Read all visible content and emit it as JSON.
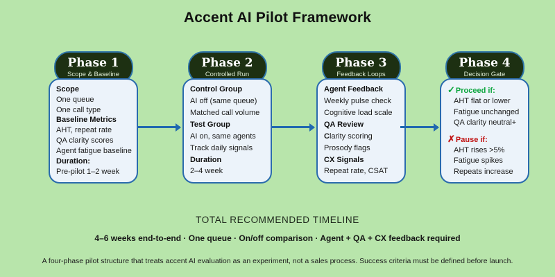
{
  "title": "Accent AI Pilot Framework",
  "colors": {
    "background": "#b8e5ab",
    "pill_fill": "#1d3012",
    "pill_border": "#2e74a8",
    "card_fill": "#ecf3fa",
    "card_border": "#2a6bad",
    "arrow": "#2068b0",
    "proceed_green": "#0aa53c",
    "pause_red": "#c11414"
  },
  "icons": {
    "check": "✓",
    "cross": "✗"
  },
  "phases": [
    {
      "title": "Phase 1",
      "subtitle": "Scope & Baseline",
      "rows": [
        {
          "text": "Scope",
          "bold": true
        },
        {
          "text": "One queue"
        },
        {
          "text": "One call type"
        },
        {
          "text": "Baseline Metrics",
          "bold": true
        },
        {
          "text": "AHT, repeat rate"
        },
        {
          "text": "QA clarity scores"
        },
        {
          "text": "Agent fatigue baseline"
        },
        {
          "text": "Duration:",
          "bold": true
        },
        {
          "text": "Pre-pilot 1–2 week"
        }
      ]
    },
    {
      "title": "Phase 2",
      "subtitle": "Controlled Run",
      "rows": [
        {
          "text": "Control Group",
          "bold": true
        },
        {
          "text": "AI off (same queue)"
        },
        {
          "text": "Matched call volume"
        },
        {
          "text": "Test Group",
          "bold": true
        },
        {
          "text": "AI on, same agents"
        },
        {
          "text": "Track daily signals"
        },
        {
          "text": "Duration",
          "bold": true
        },
        {
          "text": "2–4 week"
        }
      ]
    },
    {
      "title": "Phase 3",
      "subtitle": "Feedback Loops",
      "rows": [
        {
          "text": "Agent Feedback",
          "bold": true
        },
        {
          "text": "Weekly pulse check"
        },
        {
          "text": "Cognitive load scale"
        },
        {
          "text": "QA Review",
          "bold": true
        },
        {
          "text": "Clarity scoring",
          "bold_first": true
        },
        {
          "text": "Prosody flags"
        },
        {
          "text": "CX Signals",
          "bold": true
        },
        {
          "text": "Repeat rate, CSAT"
        }
      ]
    },
    {
      "title": "Phase 4",
      "subtitle": "Decision Gate",
      "rows": [
        {
          "text": "Proceed if:",
          "bold": true,
          "color": "green",
          "icon": "check"
        },
        {
          "text": "AHT flat or lower",
          "indent": true
        },
        {
          "text": "Fatigue unchanged",
          "indent": true
        },
        {
          "text": "QA clarity neutral+",
          "indent": true
        },
        {
          "spacer": true
        },
        {
          "text": "Pause if:",
          "bold": true,
          "color": "red",
          "icon": "cross"
        },
        {
          "text": "AHT rises >5%",
          "indent": true
        },
        {
          "text": "Fatigue spikes",
          "indent": true
        },
        {
          "text": "Repeats increase",
          "indent": true
        }
      ]
    }
  ],
  "timeline": {
    "heading": "TOTAL RECOMMENDED TIMELINE",
    "summary": "4–6 weeks end-to-end · One queue · On/off comparison · Agent + QA + CX feedback required"
  },
  "footer": "A four-phase pilot structure that treats accent AI evaluation as an experiment, not a sales process. Success criteria must be defined before launch."
}
